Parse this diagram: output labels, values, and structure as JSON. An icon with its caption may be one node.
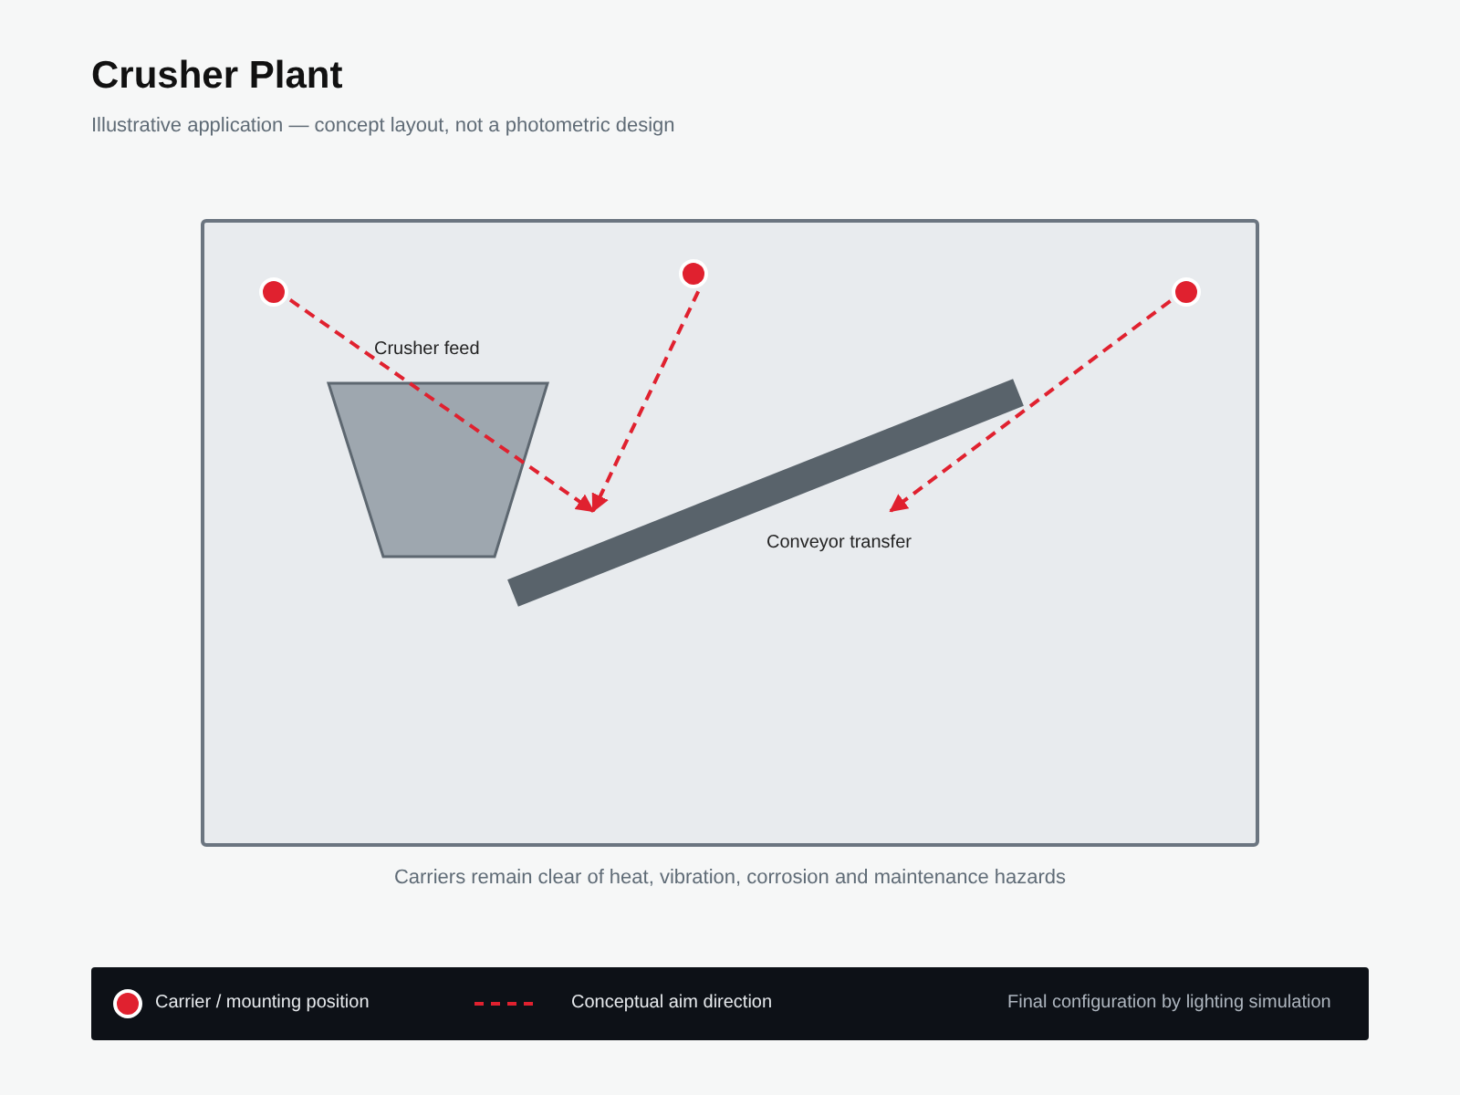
{
  "diagram": {
    "title": "Crusher Plant",
    "caption": "Carriers remain clear of heat, vibration, corrosion and maintenance hazards",
    "nodes": [
      {
        "text": [],
        "shape": "box"
      },
      {
        "text": [],
        "shape": "circle",
        "in": 0
      },
      {
        "text": [],
        "shape": "circle",
        "in": 0
      },
      {
        "text": [],
        "shape": "circle",
        "in": 0
      },
      {
        "text": [
          "Conveyor transfer"
        ],
        "in": 0
      }
    ],
    "edges": [
      {
        "from": 1,
        "to": 4,
        "arrow": "to",
        "style": "dashed"
      },
      {
        "from": 2,
        "to": 4,
        "arrow": "to",
        "style": "dashed"
      },
      {
        "from": 3,
        "to": 4,
        "arrow": "to",
        "style": "dashed"
      }
    ],
    "labels": [
      "Illustrative application — concept layout, not a photometric design",
      "Crusher feed",
      "Final configuration by lighting simulation"
    ],
    "legend": [
      {
        "text": "Carrier / mounting position"
      },
      {
        "text": "Conceptual aim direction"
      }
    ]
  }
}
